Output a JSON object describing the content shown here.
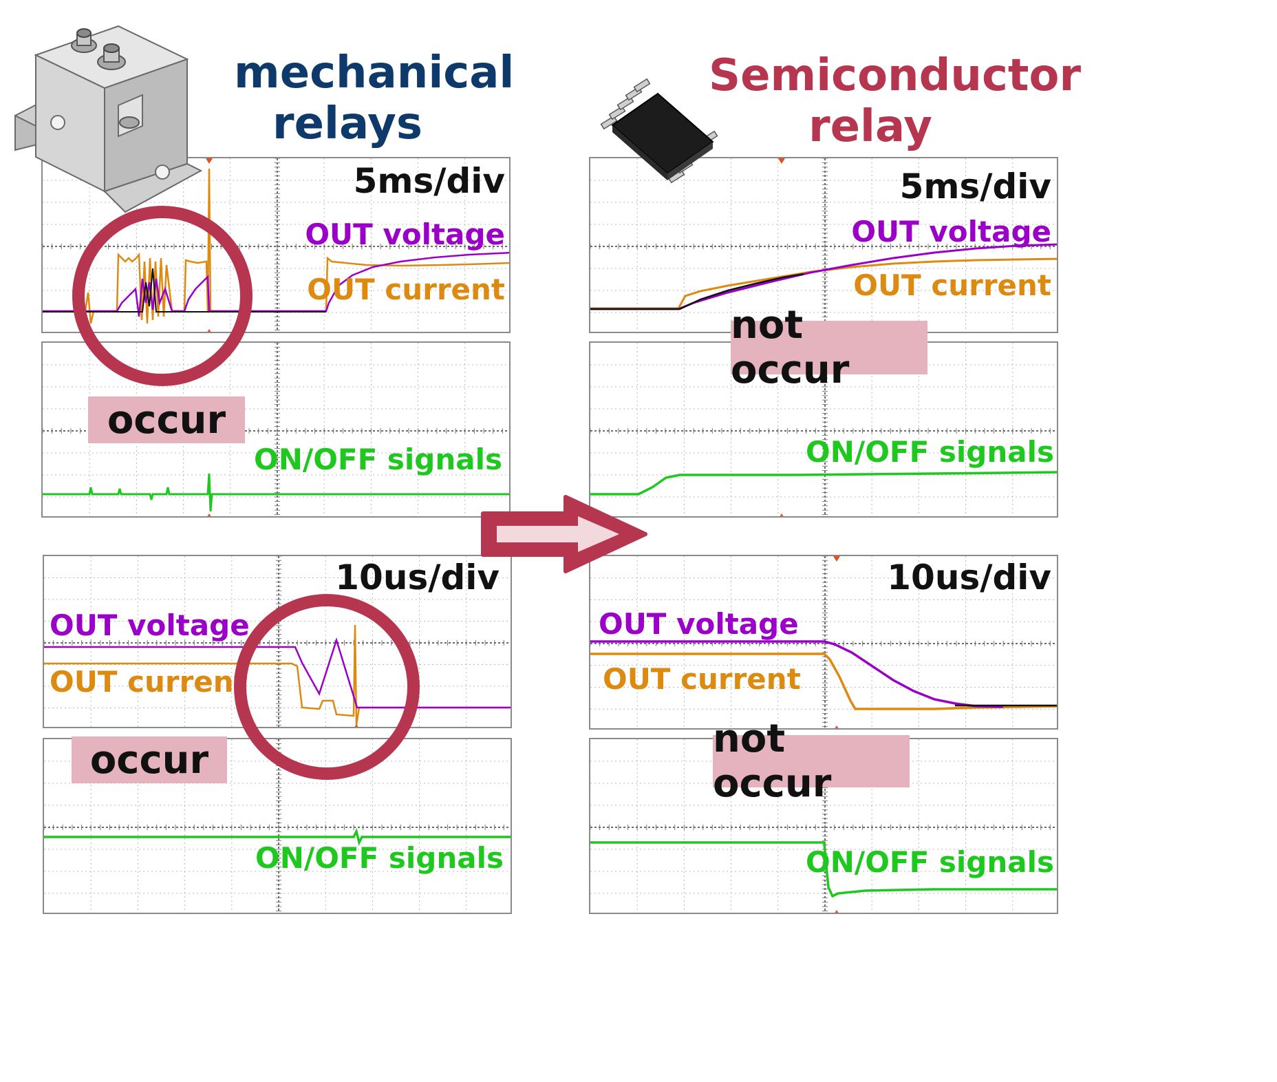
{
  "titles": {
    "mechanical": "mechanical\nrelays",
    "semiconductor": "Semiconductor\nrelay"
  },
  "colors": {
    "mechanical_title": "#0e3a6b",
    "semiconductor_title": "#b5364e",
    "out_voltage": "#9b00c8",
    "out_current": "#dd8a10",
    "onoff": "#1ec81e",
    "circle": "#b5364e",
    "badge": "#e5b3bd",
    "marker": "#e8501a"
  },
  "icons": {
    "mechanical": "mechanical-relay-icon",
    "semiconductor": "ic-chip-icon",
    "arrow": "right-arrow-icon"
  },
  "panels": {
    "mech_ms": {
      "time_div": "5ms/div",
      "out_voltage": "OUT voltage",
      "out_current": "OUT current",
      "onoff": "ON/OFF signals",
      "badge": "occur"
    },
    "semi_ms": {
      "time_div": "5ms/div",
      "out_voltage": "OUT voltage",
      "out_current": "OUT current",
      "onoff": "ON/OFF signals",
      "badge": "not occur"
    },
    "mech_us": {
      "time_div": "10us/div",
      "out_voltage": "OUT voltage",
      "out_current": "OUT current",
      "onoff": "ON/OFF signals",
      "badge": "occur"
    },
    "semi_us": {
      "time_div": "10us/div",
      "out_voltage": "OUT voltage",
      "out_current": "OUT current",
      "onoff": "ON/OFF signals",
      "badge": "not occur"
    }
  }
}
